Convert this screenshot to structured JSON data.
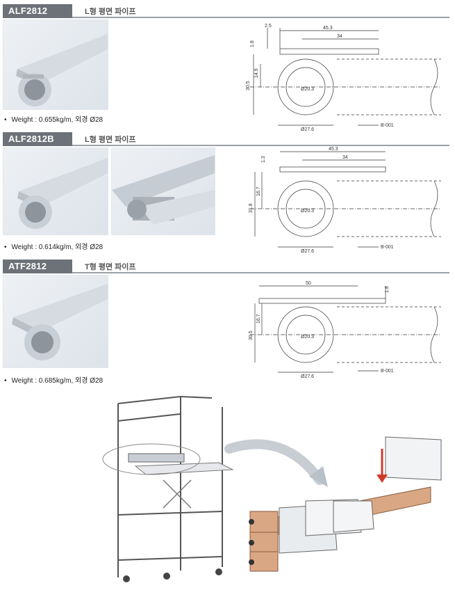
{
  "sections": [
    {
      "code": "ALF2812",
      "subtitle": "L형 평면 파이프",
      "weight": "Weight : 0.655kg/m, 외경 Ø28",
      "dims": {
        "a": "2.5",
        "b": "45.3",
        "c": "34",
        "d": "1.8",
        "e": "14.9",
        "f": "30.5",
        "g": "Ø20.3",
        "h": "Ø27.6",
        "ref": "B-001"
      }
    },
    {
      "code": "ALF2812B",
      "subtitle": "L형 평면 파이프",
      "weight": "Weight : 0.614kg/m, 외경 Ø28",
      "dims": {
        "b": "45.3",
        "c": "34",
        "d": "1.3",
        "e": "16.7",
        "f": "31.8",
        "g": "Ø20.3",
        "h": "Ø27.6",
        "ref": "B-001"
      }
    },
    {
      "code": "ATF2812",
      "subtitle": "T형 평면 파이프",
      "weight": "Weight : 0.685kg/m, 외경 Ø28",
      "dims": {
        "b": "50",
        "d": "1.8",
        "e": "16.7",
        "f": "30.5",
        "g": "Ø20.3",
        "h": "Ø27.6",
        "ref": "B-001"
      }
    }
  ],
  "colors": {
    "tab": "#6d7278",
    "line": "#9aa0a6",
    "rail": "#d9a784",
    "arrow": "#d23a2a"
  },
  "icons": {
    "bullet": "•"
  }
}
